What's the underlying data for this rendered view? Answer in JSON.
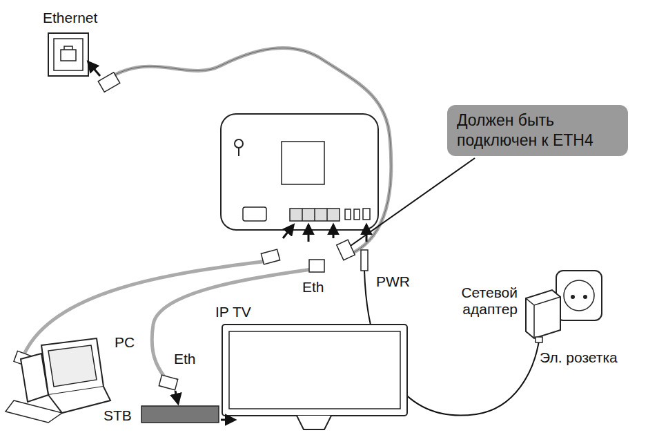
{
  "diagram": {
    "nodes": [
      {
        "text": [
          "Должен быть подключен к ETH4"
        ]
      }
    ],
    "labels": [
      "Ethernet",
      "PC",
      "Eth",
      "PWR",
      "IP TV",
      "Сетевой адаптер",
      "Эл. розетка",
      "Eth",
      "STB"
    ]
  }
}
